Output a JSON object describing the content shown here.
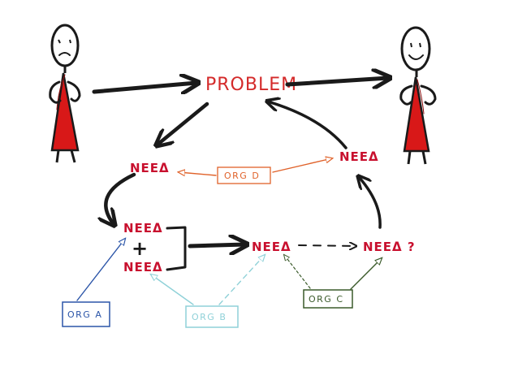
{
  "diagram": {
    "problem_label": "PROBLEM",
    "needs": {
      "left_top": "NEEᐃ",
      "right_top": "NEEᐃ",
      "stack_top": "NEEᐃ",
      "plus": "+",
      "stack_bottom": "NEEᐃ",
      "middle": "NEEᐃ",
      "right_question": "NEEᐃ ?"
    },
    "orgs": {
      "a": "ORG A",
      "b": "ORG B",
      "c": "ORG C",
      "d": "ORG D"
    },
    "colors": {
      "black": "#1a1a1a",
      "need_red": "#c8102e",
      "body_red": "#d81818",
      "org_a": "#2b55a8",
      "org_b": "#8fd1d8",
      "org_c": "#3a5a2a",
      "org_d": "#e0622a"
    },
    "figures": {
      "left": "sad-person-icon",
      "right": "happy-person-icon"
    }
  }
}
